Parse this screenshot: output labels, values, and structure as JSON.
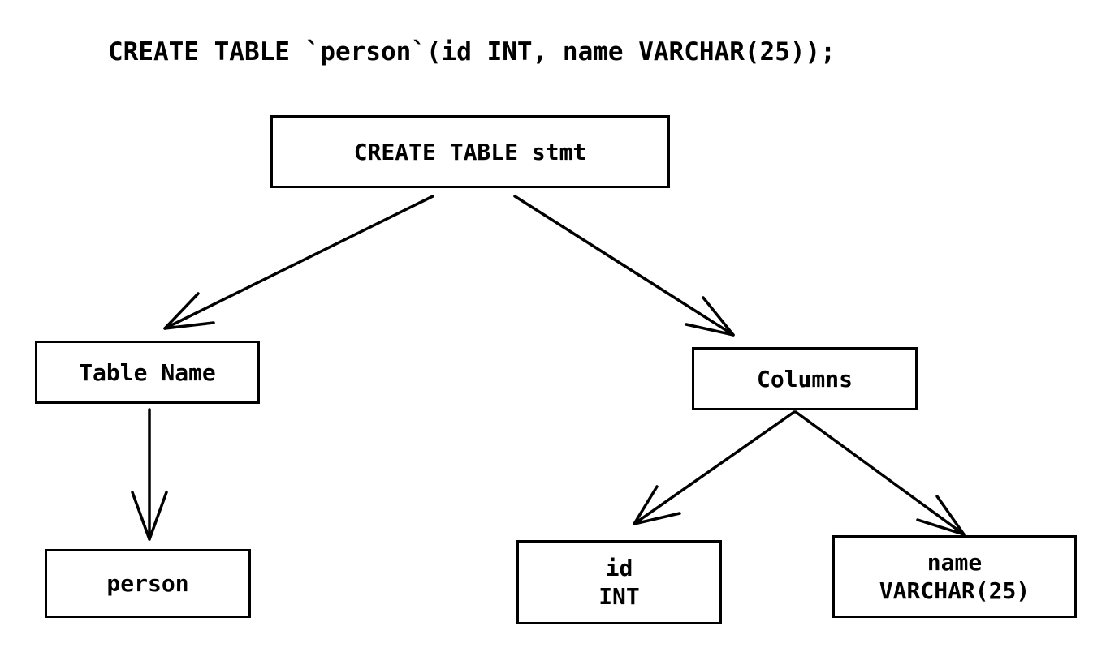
{
  "sql_statement": "CREATE TABLE `person`(id INT, name VARCHAR(25));",
  "nodes": {
    "root": {
      "label": "CREATE TABLE stmt"
    },
    "table_name": {
      "label": "Table Name"
    },
    "person": {
      "label": "person"
    },
    "columns": {
      "label": "Columns"
    },
    "id_column": {
      "line1": "id",
      "line2": "INT"
    },
    "name_column": {
      "line1": "name",
      "line2": "VARCHAR(25)"
    }
  },
  "edges": [
    {
      "from": "root",
      "to": "table_name"
    },
    {
      "from": "root",
      "to": "columns"
    },
    {
      "from": "table_name",
      "to": "person"
    },
    {
      "from": "columns",
      "to": "id_column"
    },
    {
      "from": "columns",
      "to": "name_column"
    }
  ]
}
